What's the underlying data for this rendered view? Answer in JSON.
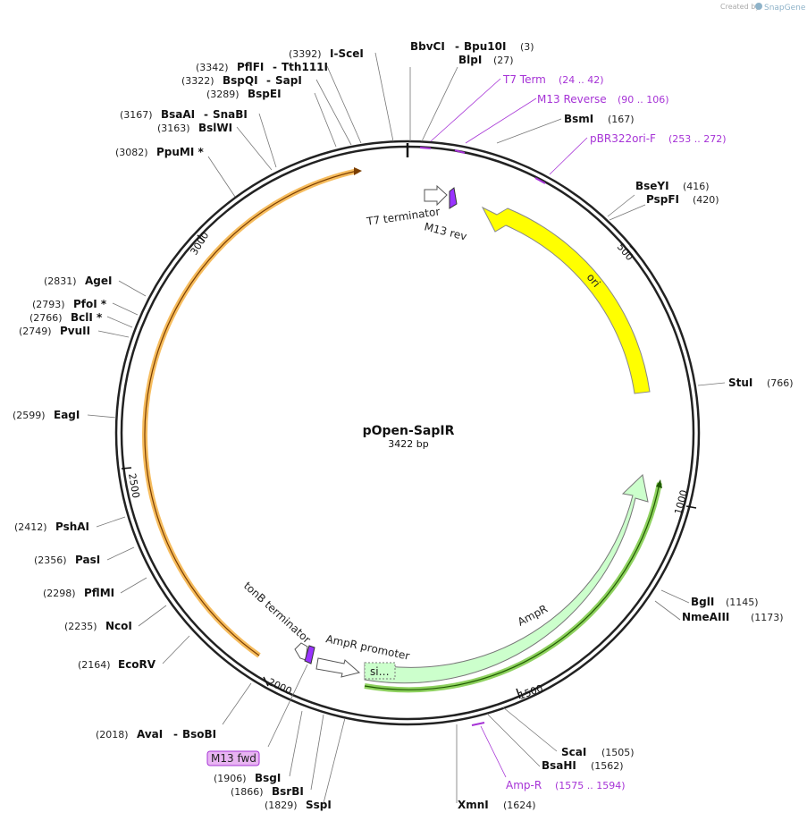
{
  "credit": {
    "prefix": "Created by",
    "brand": "SnapGene"
  },
  "plasmid": {
    "name": "pOpen-SapIR",
    "length_label": "3422 bp",
    "length": 3422
  },
  "ticks": [
    "500",
    "1000",
    "1500",
    "2000",
    "2500",
    "3000"
  ],
  "enzymes": [
    {
      "name": "BbvCI",
      "sep": "-",
      "name2": "Bpu10I",
      "pos": "(3)"
    },
    {
      "name": "BlpI",
      "pos": "(27)"
    },
    {
      "name": "BsmI",
      "pos": "(167)"
    },
    {
      "name": "BseYI",
      "pos": "(416)"
    },
    {
      "name": "PspFI",
      "pos": "(420)"
    },
    {
      "name": "StuI",
      "pos": "(766)"
    },
    {
      "name": "BglI",
      "pos": "(1145)"
    },
    {
      "name": "NmeAIII",
      "pos": "(1173)"
    },
    {
      "name": "ScaI",
      "pos": "(1505)"
    },
    {
      "name": "BsaHI",
      "pos": "(1562)"
    },
    {
      "name": "XmnI",
      "pos": "(1624)"
    },
    {
      "name": "SspI",
      "pos": "(1829)"
    },
    {
      "name": "BsrBI",
      "pos": "(1866)"
    },
    {
      "name": "BsgI",
      "pos": "(1906)"
    },
    {
      "name": "AvaI",
      "sep": "-",
      "name2": "BsoBI",
      "pos": "(2018)"
    },
    {
      "name": "EcoRV",
      "pos": "(2164)"
    },
    {
      "name": "NcoI",
      "pos": "(2235)"
    },
    {
      "name": "PflMI",
      "pos": "(2298)"
    },
    {
      "name": "PasI",
      "pos": "(2356)"
    },
    {
      "name": "PshAI",
      "pos": "(2412)"
    },
    {
      "name": "EagI",
      "pos": "(2599)"
    },
    {
      "name": "PvuII",
      "pos": "(2749)"
    },
    {
      "name": "BclI *",
      "pos": "(2766)"
    },
    {
      "name": "PfoI *",
      "pos": "(2793)"
    },
    {
      "name": "AgeI",
      "pos": "(2831)"
    },
    {
      "name": "PpuMI *",
      "pos": "(3082)"
    },
    {
      "name": "BslWI",
      "pos": "(3163)"
    },
    {
      "name": "BsaAI",
      "sep": "-",
      "name2": "SnaBI",
      "pos": "(3167)"
    },
    {
      "name": "BspEI",
      "pos": "(3289)"
    },
    {
      "name": "BspQI",
      "sep": "-",
      "name2": "SapI",
      "pos": "(3322)"
    },
    {
      "name": "PflFI",
      "sep": "-",
      "name2": "Tth111I",
      "pos": "(3342)"
    },
    {
      "name": "I-SceI",
      "pos": "(3392)"
    }
  ],
  "primers": [
    {
      "name": "T7 Term",
      "range": "(24 .. 42)"
    },
    {
      "name": "M13 Reverse",
      "range": "(90 .. 106)"
    },
    {
      "name": "pBR322ori-F",
      "range": "(253 .. 272)"
    },
    {
      "name": "Amp-R",
      "range": "(1575 .. 1594)"
    },
    {
      "name": "M13 fwd",
      "range": ""
    }
  ],
  "features": [
    {
      "name": "ori",
      "color": "#ffff00"
    },
    {
      "name": "AmpR",
      "color": "#ccffcc"
    },
    {
      "name": "AmpR promoter",
      "color": "#ffffff"
    },
    {
      "name": "si…",
      "color": "#ccffcc"
    },
    {
      "name": "T7 terminator",
      "color": "#ffffff"
    },
    {
      "name": "M13 rev",
      "color": "#9933ff"
    },
    {
      "name": "tonB terminator",
      "color": "#ffffff"
    },
    {
      "name": "M13 fwd",
      "color": "#9933ff"
    }
  ],
  "colors": {
    "backbone": "#222222",
    "orf_orange": "#f5b041",
    "orf_green": "#7ac943",
    "primer": "#a633d6"
  }
}
